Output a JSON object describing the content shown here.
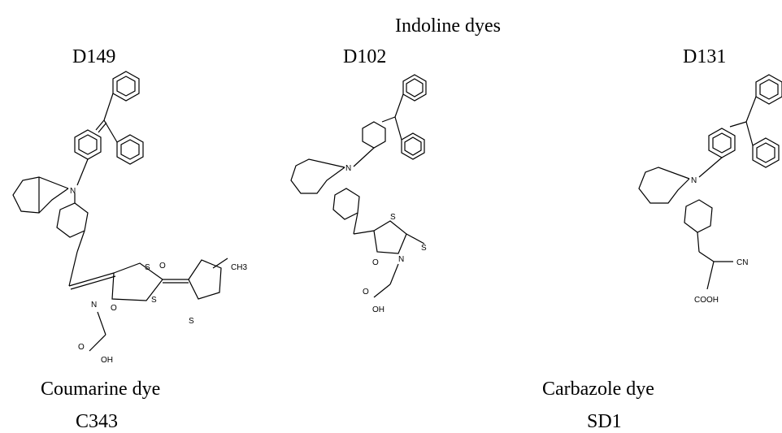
{
  "header": {
    "title": "Indoline dyes"
  },
  "dyes": {
    "d149": {
      "label": "D149",
      "atoms": {
        "n": "N",
        "s1": "S",
        "s2": "S",
        "s3": "S",
        "n2": "N",
        "o1": "O",
        "o2": "O",
        "o3": "O",
        "oh": "OH",
        "ch3": "CH3"
      }
    },
    "d102": {
      "label": "D102",
      "atoms": {
        "n": "N",
        "s1": "S",
        "s2": "S",
        "n2": "N",
        "o1": "O",
        "o2": "O",
        "oh": "OH"
      }
    },
    "d131": {
      "label": "D131",
      "atoms": {
        "n": "N",
        "cn": "CN",
        "cooh": "COOH"
      }
    }
  },
  "bottom": {
    "coumarine": {
      "title": "Coumarine dye",
      "label": "C343"
    },
    "carbazole": {
      "title": "Carbazole dye",
      "label": "SD1"
    }
  }
}
